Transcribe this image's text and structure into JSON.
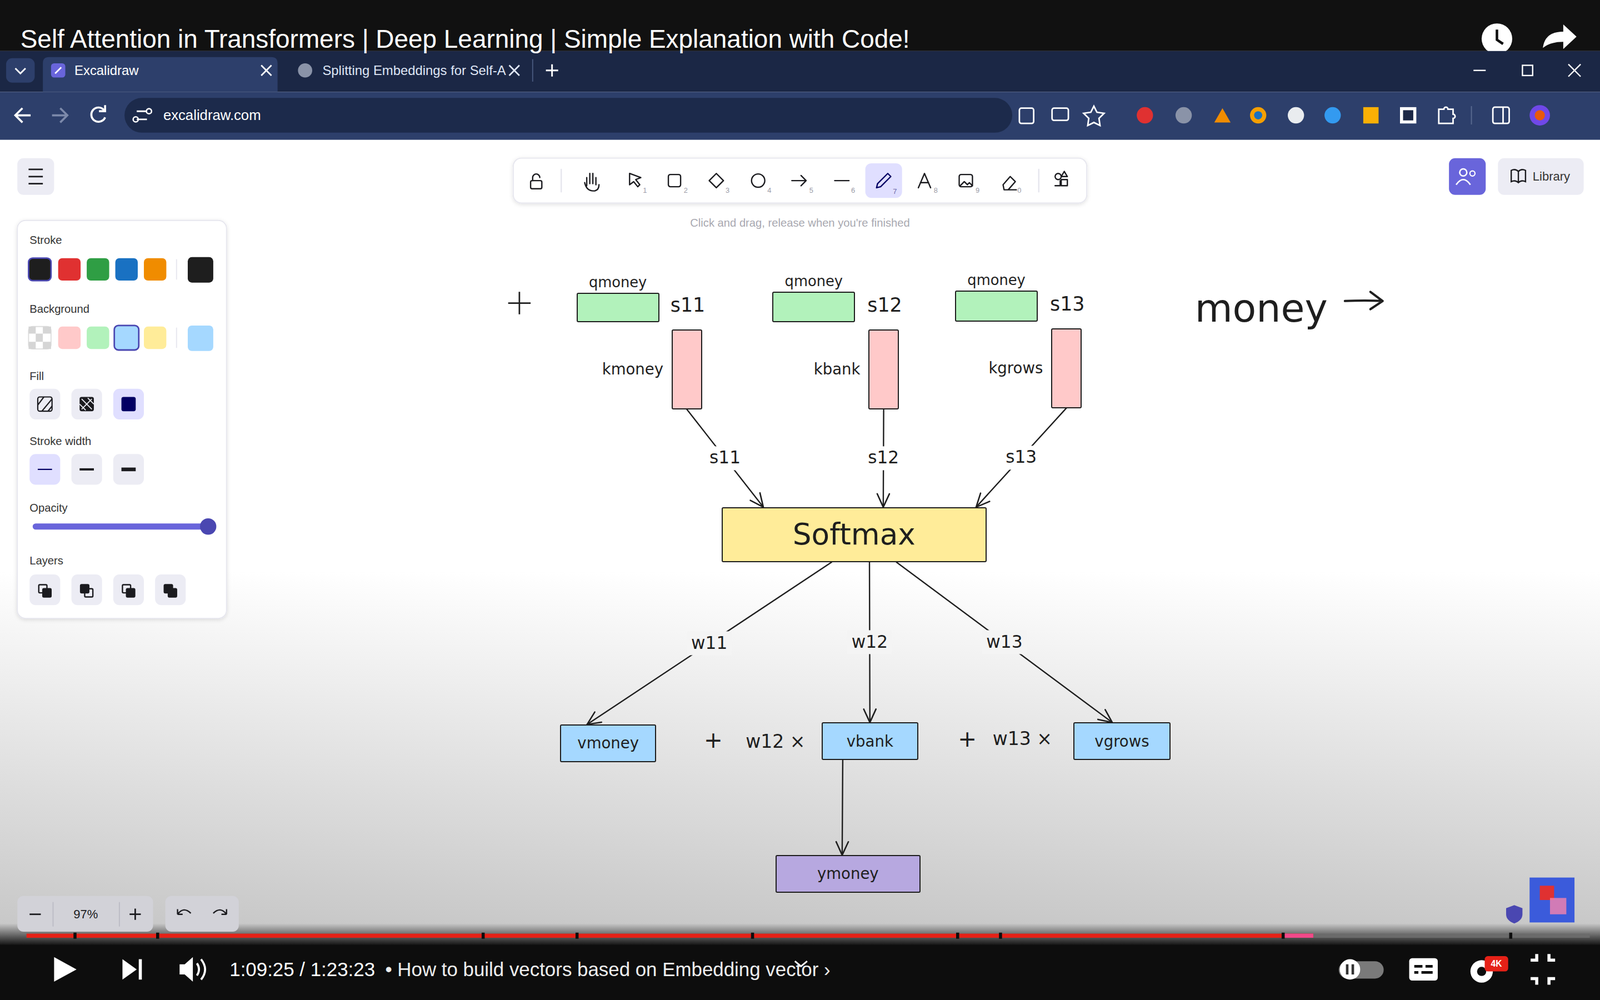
{
  "diagram": {
    "title": "Self Attention in Transformers | Deep Learning | Simple Explanation with Code!",
    "nodes": [
      {
        "text": [
          "qmoney"
        ]
      },
      {
        "text": [
          "qmoney"
        ]
      },
      {
        "text": [
          "qmoney"
        ]
      },
      {
        "text": [
          "kmoney"
        ]
      },
      {
        "text": [
          "kbank"
        ]
      },
      {
        "text": [
          "kgrows"
        ]
      },
      {
        "text": [
          "Softmax"
        ]
      },
      {
        "text": [
          "vmoney"
        ]
      },
      {
        "text": [
          "vbank"
        ]
      },
      {
        "text": [
          "vgrows"
        ]
      },
      {
        "text": [
          "ymoney"
        ]
      }
    ],
    "edges": [
      {
        "from": 3,
        "to": 6,
        "label": "s11",
        "arrow": "to"
      },
      {
        "from": 4,
        "to": 6,
        "label": "s12",
        "arrow": "to"
      },
      {
        "from": 5,
        "to": 6,
        "label": "s13",
        "arrow": "to"
      },
      {
        "from": 6,
        "to": 7,
        "label": "w11",
        "arrow": "to"
      },
      {
        "from": 6,
        "to": 8,
        "label": "w12",
        "arrow": "to"
      },
      {
        "from": 6,
        "to": 9,
        "label": "w13",
        "arrow": "to"
      },
      {
        "from": 8,
        "to": 10,
        "arrow": "to"
      }
    ],
    "labels": [
      "Excalidraw",
      "Splitting Embeddings for Self-A",
      "excalidraw.com",
      "1",
      "2",
      "3",
      "4",
      "5",
      "6",
      "7",
      "8",
      "9",
      "0",
      "Click and drag, release when you're finished",
      "Library",
      "Stroke",
      "Background",
      "Fill",
      "Stroke width",
      "Opacity",
      "Layers",
      "s11",
      "s12",
      "s13",
      "+",
      "w12 ×",
      "+",
      "w13 ×",
      "money",
      "97%",
      "1:09:25 / 1:23:23",
      "• How to build vectors based on Embedding vector ›",
      "4K"
    ]
  }
}
